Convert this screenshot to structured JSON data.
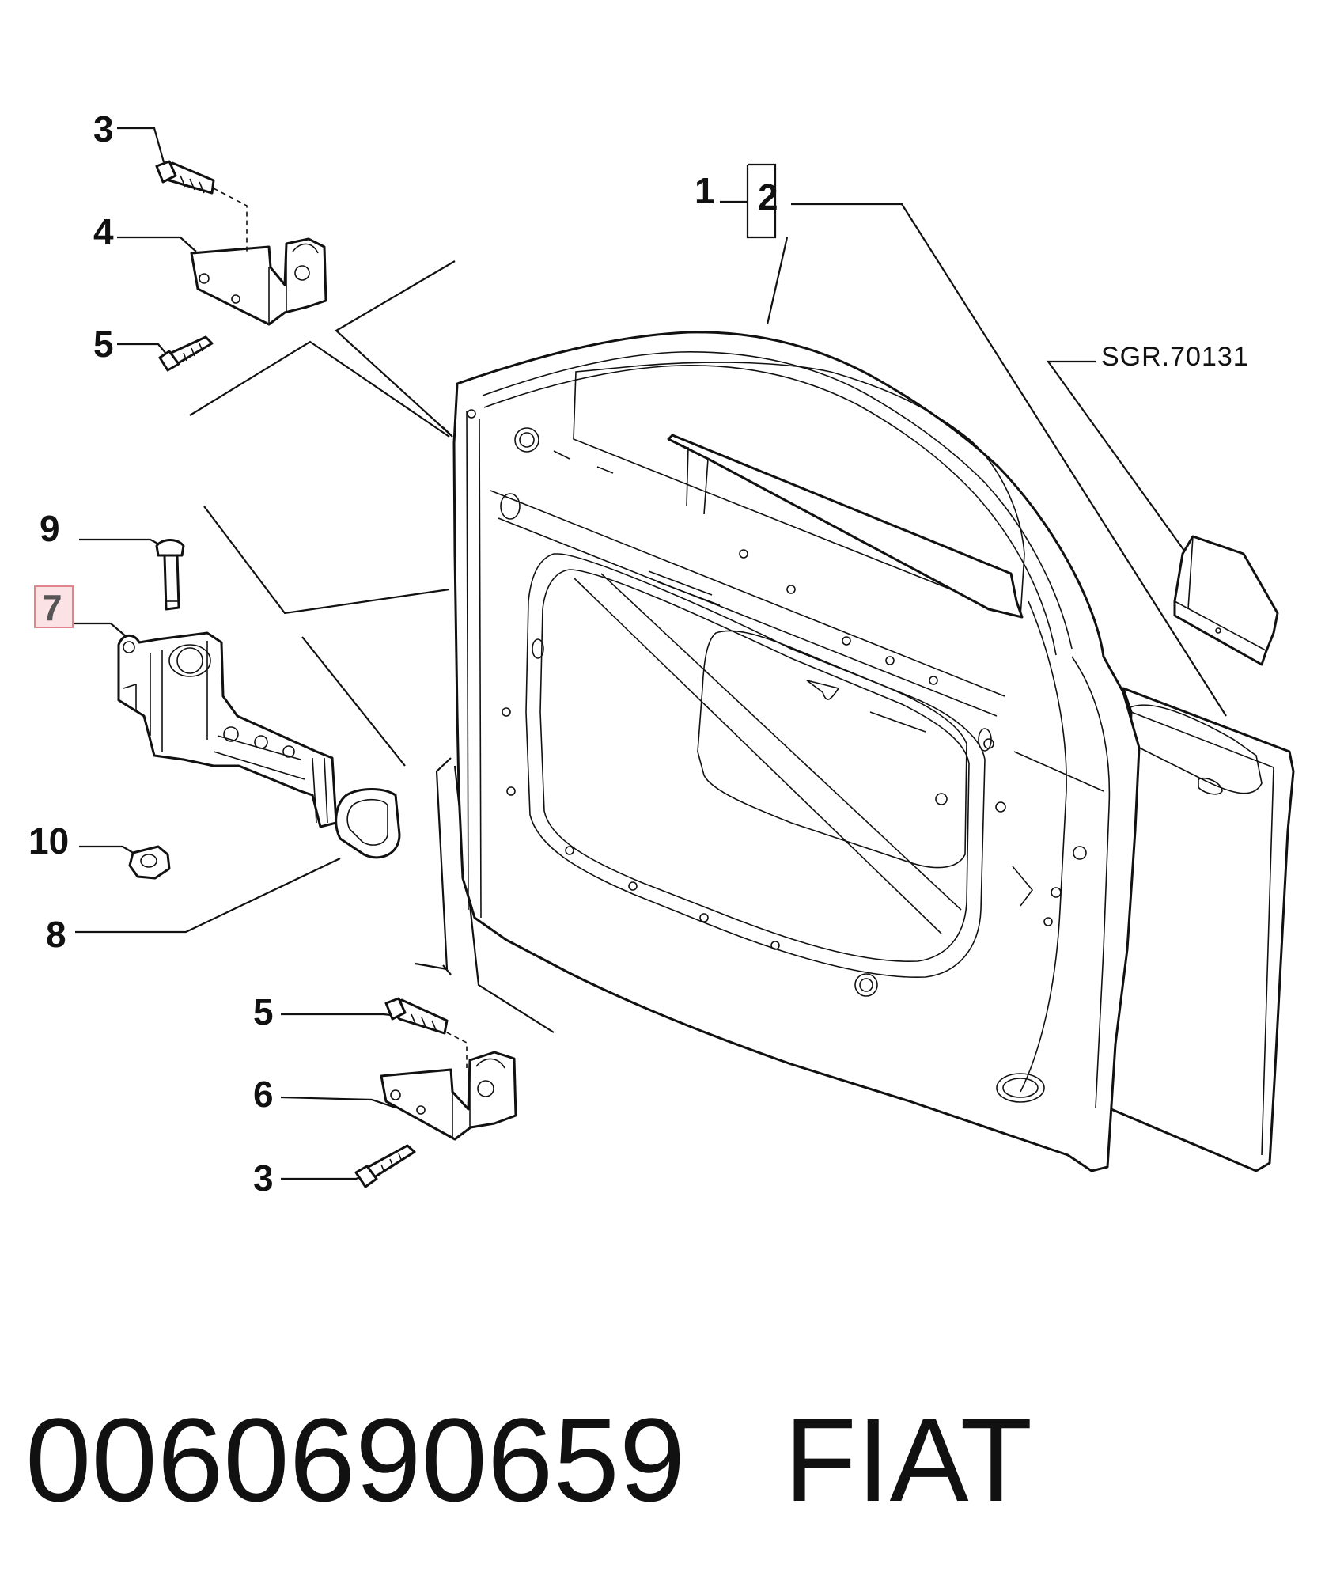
{
  "callouts": {
    "c3_top": "3",
    "c4": "4",
    "c5_top": "5",
    "c9": "9",
    "c7": "7",
    "c10": "10",
    "c8": "8",
    "c1": "1",
    "c2": "2",
    "c5_bottom": "5",
    "c6": "6",
    "c3_bottom": "3"
  },
  "reference_code": "SGR.70131",
  "highlighted_callout": "7",
  "footer": {
    "part_number": "0060690659",
    "brand": "FIAT"
  },
  "colors": {
    "highlight_border": "#e0868b",
    "highlight_fill": "#fbe3e5",
    "line": "#111111"
  }
}
